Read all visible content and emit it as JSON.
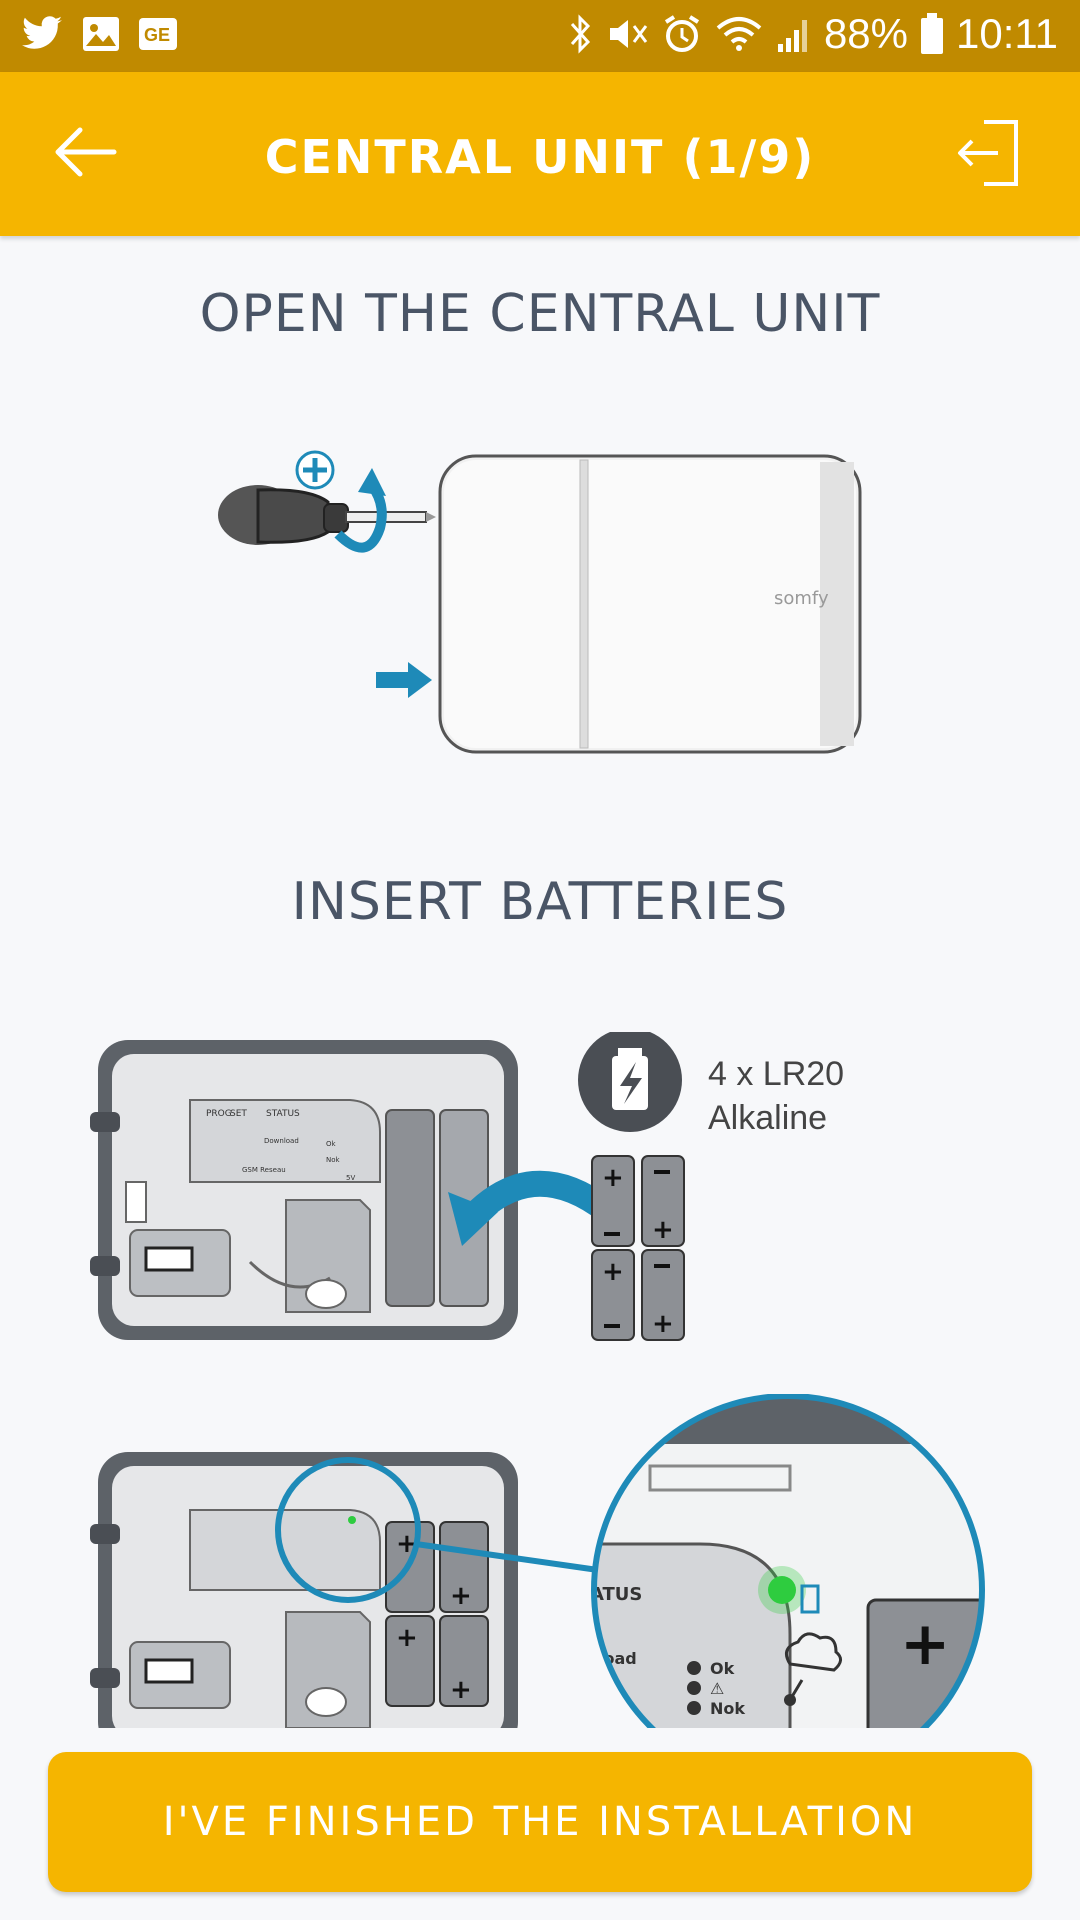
{
  "status_bar": {
    "battery": "88%",
    "time": "10:11",
    "icons_left": [
      "twitter-icon",
      "image-icon",
      "ge-news-icon"
    ],
    "icons_right": [
      "bluetooth-icon",
      "vibrate-icon",
      "alarm-icon",
      "wifi-icon",
      "signal-icon",
      "battery-icon"
    ]
  },
  "app_bar": {
    "title": "CENTRAL UNIT (1/9)"
  },
  "sections": {
    "open_title": "OPEN THE CENTRAL UNIT",
    "batteries_title": "INSERT BATTERIES",
    "battery_spec_line1": "4 x LR20",
    "battery_spec_line2": "Alkaline",
    "brand_label": "somfy"
  },
  "board_labels": {
    "prog": "PROG",
    "set": "SET",
    "status": "STATUS",
    "download": "Download",
    "ok": "Ok",
    "nok": "Nok",
    "gsm": "GSM Reseau",
    "five_v": "5V"
  },
  "zoom_labels": {
    "status": "ATUS",
    "load": "load",
    "ok": "Ok",
    "nok": "Nok"
  },
  "footer": {
    "finish_label": "I'VE FINISHED THE INSTALLATION"
  },
  "colors": {
    "status_bar": "#c08a00",
    "app_bar": "#f5b500",
    "accent_blue": "#1e8ab8",
    "heading": "#4a5566"
  }
}
